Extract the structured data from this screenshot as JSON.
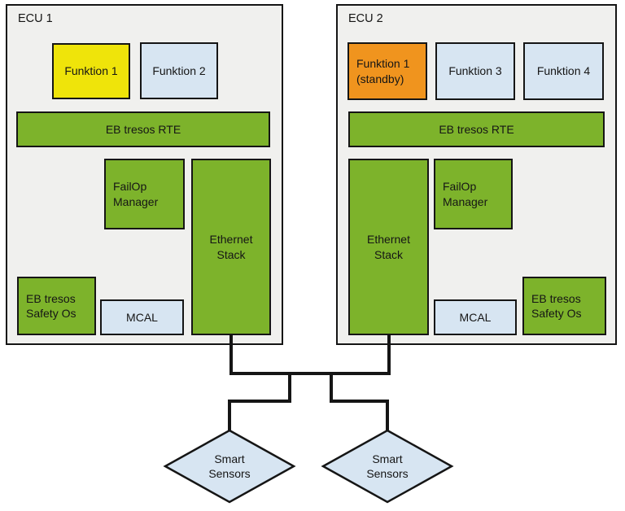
{
  "colors": {
    "green": "#7db32b",
    "yellow": "#efe40a",
    "orange": "#f0941e",
    "light_blue": "#d7e5f2",
    "ecu_bg": "#f0f0ee",
    "line": "#151515",
    "text": "#151515"
  },
  "ecu1": {
    "title": "ECU 1",
    "funktion1": "Funktion 1",
    "funktion2": "Funktion 2",
    "rte": "EB tresos RTE",
    "failop_manager": "FailOp Manager",
    "ethernet_stack": "Ethernet Stack",
    "safety_os": "EB tresos Safety Os",
    "mcal": "MCAL"
  },
  "ecu2": {
    "title": "ECU 2",
    "funktion1_standby": "Funktion 1 (standby)",
    "funktion3": "Funktion 3",
    "funktion4": "Funktion 4",
    "rte": "EB tresos RTE",
    "ethernet_stack": "Ethernet Stack",
    "failop_manager": "FailOp Manager",
    "mcal": "MCAL",
    "safety_os": "EB tresos Safety Os"
  },
  "sensors": {
    "left": "Smart Sensors",
    "right": "Smart Sensors"
  }
}
